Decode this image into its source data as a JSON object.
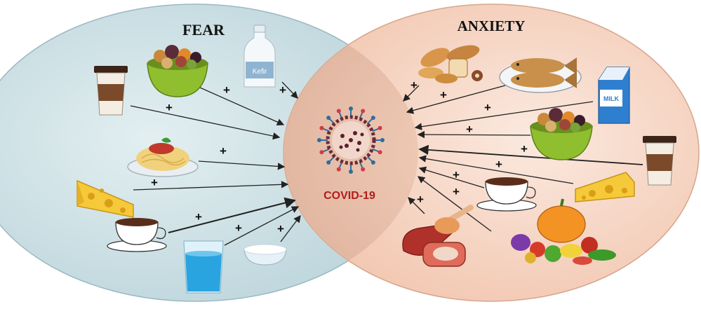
{
  "diagram": {
    "left_title": "FEAR",
    "right_title": "ANXIETY",
    "center_label": "COVID-19",
    "kefir_label": "Kefir",
    "milk_label": "MILK",
    "plus_sign": "+",
    "colors": {
      "fear_fill": "#cfe1e6",
      "anxiety_fill": "#f6d3c2",
      "overlap": "#ecc2ae",
      "center_text": "#b01e1e",
      "virus_ring": "#6b2a3a",
      "spike": "#2c6e9e",
      "arrow": "#222222"
    },
    "fear_foods": [
      "dried-fruit-bowl",
      "kefir-bottle",
      "coffee-cup",
      "spaghetti",
      "cheese",
      "tea-cup",
      "water-glass",
      "salt-bowl"
    ],
    "anxiety_foods": [
      "bread",
      "fish",
      "milk-carton",
      "dried-fruit-bowl",
      "coffee-cup",
      "cheese",
      "tea-cup",
      "meat",
      "vegetables"
    ]
  }
}
